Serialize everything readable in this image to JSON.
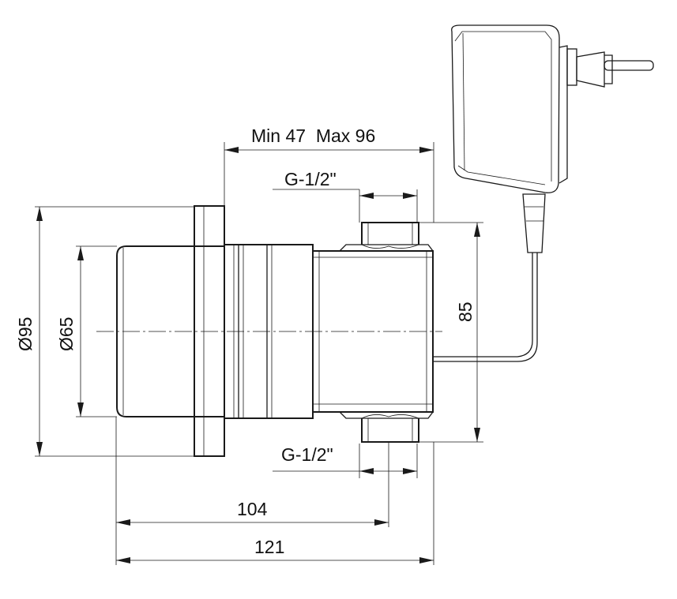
{
  "dimensions": {
    "stroke_range": "Min 47  Max 96",
    "thread_top": "G-1/2\"",
    "thread_bottom": "G-1/2\"",
    "height_85": "85",
    "dia_95": "Ø95",
    "dia_65": "Ø65",
    "len_104": "104",
    "len_121": "121"
  },
  "colors": {
    "line": "#1a1a1a",
    "background": "#ffffff"
  }
}
